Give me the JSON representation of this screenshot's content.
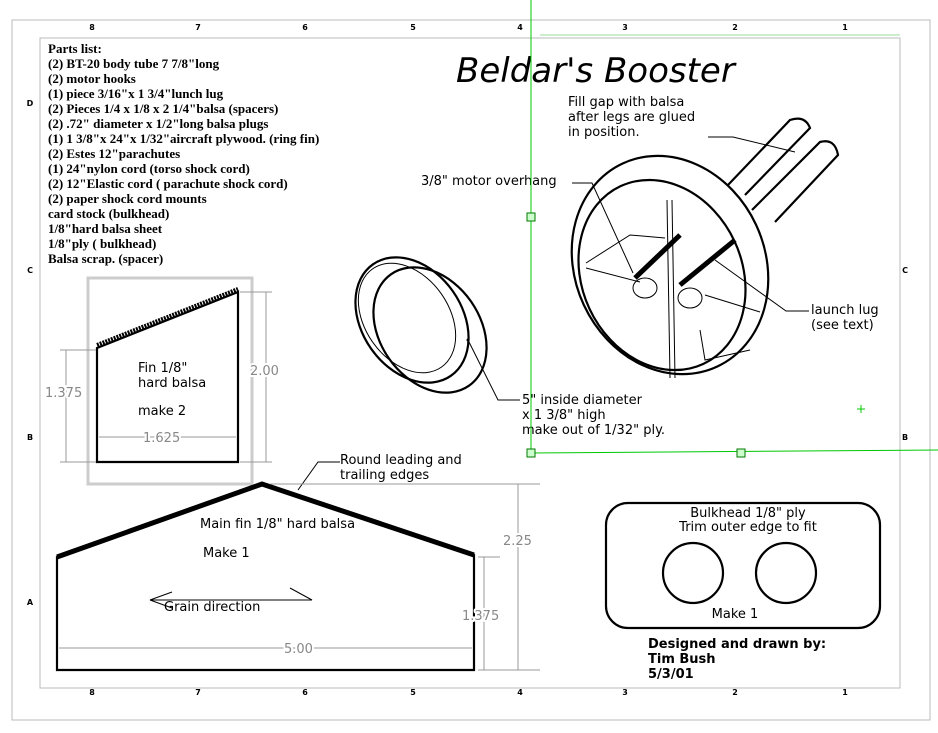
{
  "title": "Beldar's Booster",
  "zones": {
    "columns": [
      "8",
      "7",
      "6",
      "5",
      "4",
      "3",
      "2",
      "1"
    ],
    "rows": [
      "D",
      "C",
      "B",
      "A"
    ]
  },
  "parts_list": {
    "heading": "Parts list:",
    "items": [
      "(2) BT-20 body tube  7 7/8\"long",
      "(2)  motor hooks",
      "(1)  piece 3/16\"x 1 3/4\"lunch lug",
      "(2)  Pieces 1/4 x 1/8 x 2  1/4\"balsa (spacers)",
      "(2) .72\" diameter x 1/2\"long balsa plugs",
      "(1) 1 3/8\"x 24\"x 1/32\"aircraft plywood. (ring fin)",
      "(2) Estes 12\"parachutes",
      "(1) 24\"nylon cord  (torso shock cord)",
      "(2) 12\"Elastic cord  ( parachute shock cord)",
      "(2) paper shock cord mounts",
      "card stock (bulkhead)",
      "1/8\"hard balsa sheet",
      "1/8\"ply ( bulkhead)",
      "Balsa scrap. (spacer)"
    ]
  },
  "small_fin": {
    "lines": [
      "Fin 1/8\"",
      "hard balsa",
      "make 2"
    ],
    "dim_height": "2.00",
    "dim_root": "1.375",
    "dim_width": "1.625"
  },
  "main_fin": {
    "label": "Main fin 1/8\" hard balsa",
    "make": "Make 1",
    "grain": "Grain direction",
    "edge_note": [
      "Round leading and",
      "trailing edges"
    ],
    "dim_height": "2.25",
    "dim_side": "1.375",
    "dim_width": "5.00"
  },
  "ring": {
    "note": [
      "5\" inside diameter",
      "x 1 3/8\" high",
      "make out of 1/32\" ply."
    ]
  },
  "booster": {
    "fill_note": [
      "Fill gap with balsa",
      "after legs are glued",
      "in position."
    ],
    "overhang_note": "3/8\" motor overhang",
    "lug_note": [
      "launch lug",
      "(see text)"
    ]
  },
  "bulkhead": {
    "lines": [
      "Bulkhead 1/8\" ply",
      "Trim outer edge to fit"
    ],
    "make": "Make 1"
  },
  "credits": {
    "lines": [
      "Designed and drawn by:",
      "Tim Bush",
      "5/3/01"
    ]
  }
}
